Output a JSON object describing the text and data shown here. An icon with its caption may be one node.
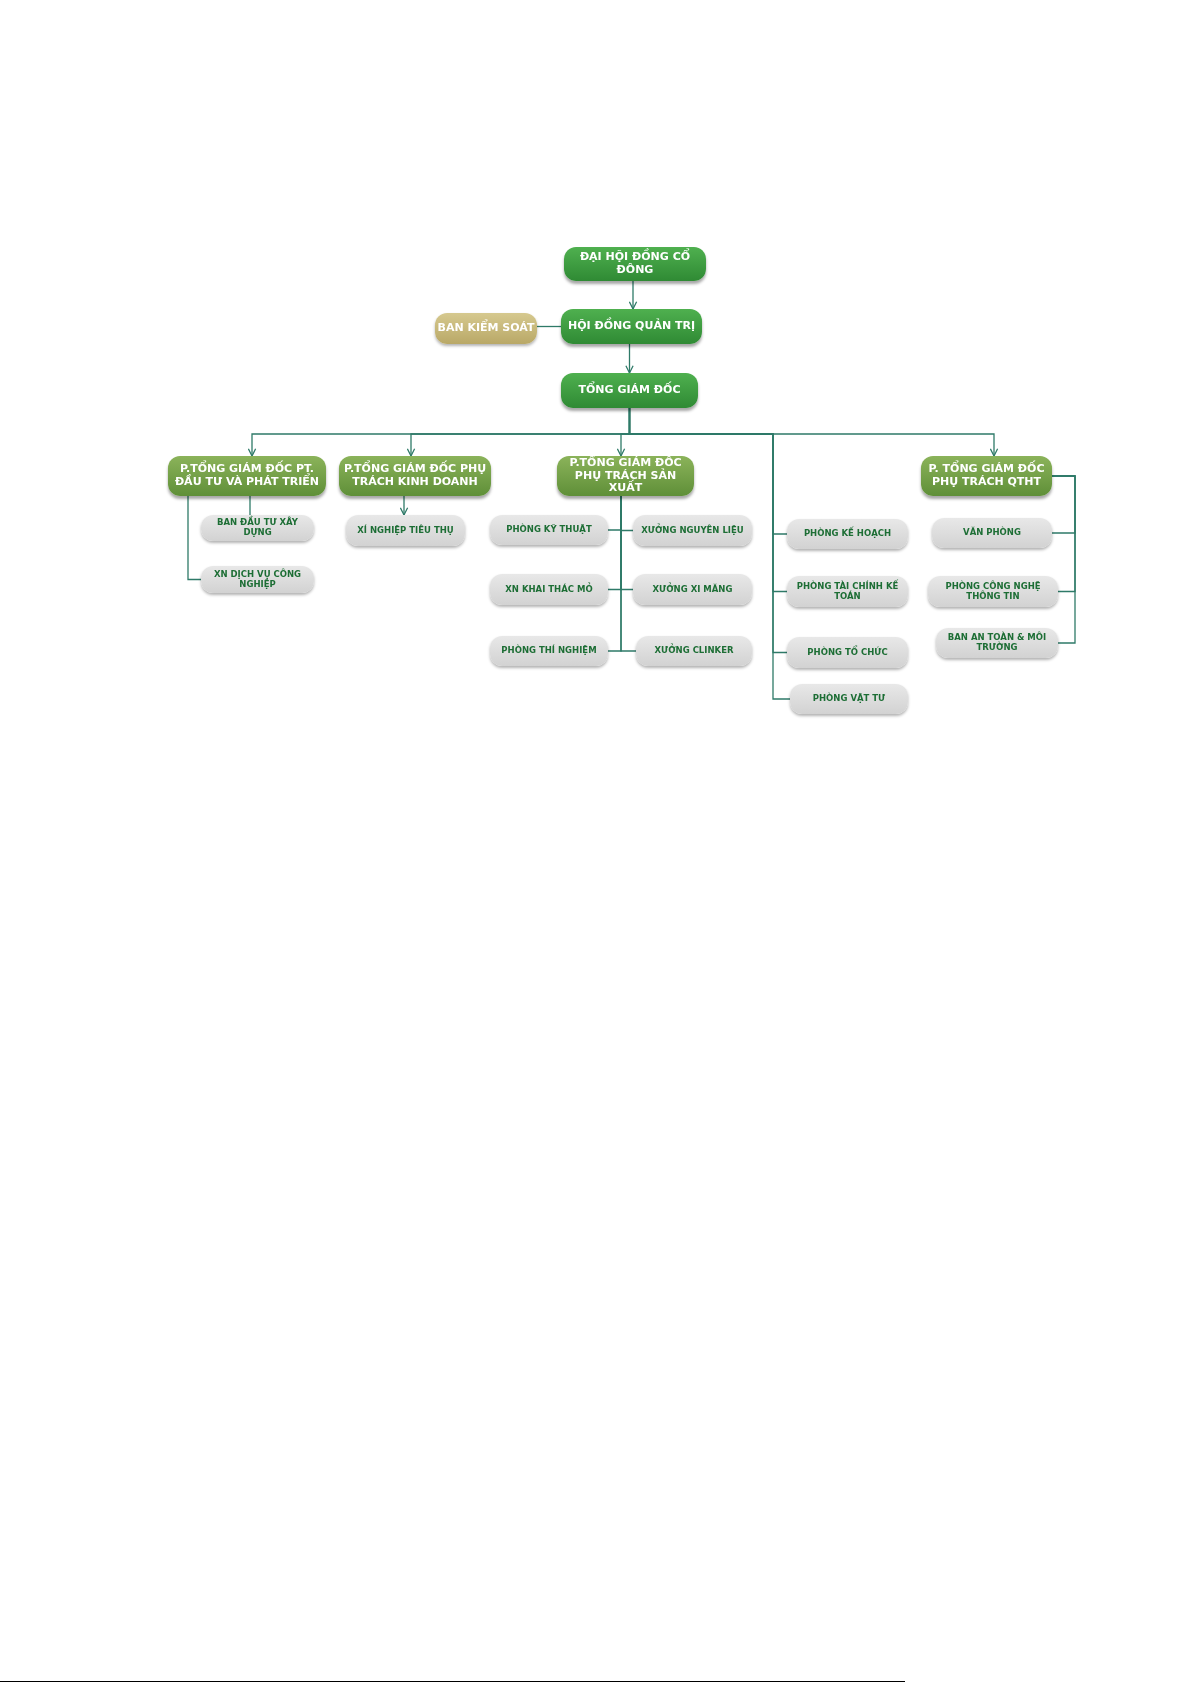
{
  "diagram": {
    "nodes": [
      {
        "text": [
          "ĐẠI HỘI ĐỒNG CỔ ĐÔNG"
        ]
      },
      {
        "text": [
          "HỘI ĐỒNG QUẢN TRỊ"
        ]
      },
      {
        "text": [
          "BAN KIỂM SOÁT"
        ]
      },
      {
        "text": [
          "TỔNG GIÁM ĐỐC"
        ]
      },
      {
        "text": [
          "P.TỔNG GIÁM ĐỐC PT. ĐẦU TƯ VÀ PHÁT TRIỂN"
        ]
      },
      {
        "text": [
          "P.TỔNG GIÁM ĐỐC PHỤ TRÁCH KINH DOANH"
        ]
      },
      {
        "text": [
          "P.TỔNG GIÁM ĐỐC PHỤ TRÁCH SẢN XUẤT"
        ]
      },
      {
        "text": [
          "P. TỔNG GIÁM ĐỐC PHỤ TRÁCH QTHT"
        ]
      },
      {
        "text": [
          "BAN ĐẦU TƯ XÂY DỰNG"
        ]
      },
      {
        "text": [
          "XN DỊCH VỤ CÔNG NGHIỆP"
        ]
      },
      {
        "text": [
          "XÍ NGHIỆP TIÊU THỤ"
        ]
      },
      {
        "text": [
          "PHÒNG KỸ THUẬT"
        ]
      },
      {
        "text": [
          "XN KHAI THÁC MỎ"
        ]
      },
      {
        "text": [
          "PHÒNG THÍ NGHIỆM"
        ]
      },
      {
        "text": [
          "XƯỞNG NGUYÊN LIỆU"
        ]
      },
      {
        "text": [
          "XƯỞNG XI MĂNG"
        ]
      },
      {
        "text": [
          "XƯỞNG CLINKER"
        ]
      },
      {
        "text": [
          "PHÒNG KẾ HOẠCH"
        ]
      },
      {
        "text": [
          "PHÒNG TÀI CHÍNH KẾ TOÁN"
        ]
      },
      {
        "text": [
          "PHÒNG TỔ CHỨC"
        ]
      },
      {
        "text": [
          "PHÒNG VẬT TƯ"
        ]
      },
      {
        "text": [
          "VĂN PHÒNG"
        ]
      },
      {
        "text": [
          "PHÒNG CÔNG NGHỆ THÔNG TIN"
        ]
      },
      {
        "text": [
          "BAN AN TOÀN & MÔI TRƯỜNG"
        ]
      }
    ],
    "edges": [
      {
        "from": 0,
        "to": 1,
        "arrow": "to"
      },
      {
        "from": 2,
        "to": 1,
        "arrow": "none"
      },
      {
        "from": 1,
        "to": 3,
        "arrow": "to"
      },
      {
        "from": 3,
        "to": 4,
        "arrow": "to"
      },
      {
        "from": 3,
        "to": 5,
        "arrow": "to"
      },
      {
        "from": 3,
        "to": 6,
        "arrow": "to"
      },
      {
        "from": 3,
        "to": 7,
        "arrow": "to"
      },
      {
        "from": 3,
        "to": 17,
        "arrow": "none"
      },
      {
        "from": 3,
        "to": 18,
        "arrow": "none"
      },
      {
        "from": 3,
        "to": 19,
        "arrow": "none"
      },
      {
        "from": 3,
        "to": 20,
        "arrow": "none"
      },
      {
        "from": 4,
        "to": 8,
        "arrow": "none"
      },
      {
        "from": 4,
        "to": 9,
        "arrow": "none"
      },
      {
        "from": 5,
        "to": 10,
        "arrow": "to"
      },
      {
        "from": 6,
        "to": 11,
        "arrow": "none"
      },
      {
        "from": 6,
        "to": 12,
        "arrow": "none"
      },
      {
        "from": 6,
        "to": 13,
        "arrow": "none"
      },
      {
        "from": 6,
        "to": 14,
        "arrow": "none"
      },
      {
        "from": 6,
        "to": 15,
        "arrow": "none"
      },
      {
        "from": 6,
        "to": 16,
        "arrow": "none"
      },
      {
        "from": 7,
        "to": 21,
        "arrow": "none"
      },
      {
        "from": 7,
        "to": 22,
        "arrow": "none"
      },
      {
        "from": 7,
        "to": 23,
        "arrow": "none"
      }
    ]
  }
}
